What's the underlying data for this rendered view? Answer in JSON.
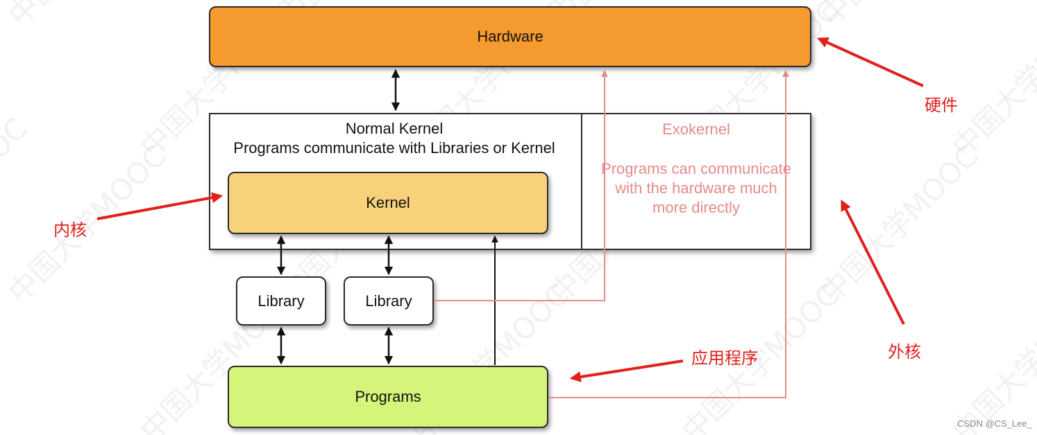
{
  "diagram": {
    "hardware_label": "Hardware",
    "normal_kernel_title": "Normal Kernel",
    "normal_kernel_subtitle": "Programs communicate with Libraries or Kernel",
    "exokernel_title": "Exokernel",
    "exokernel_description": "Programs can communicate with the hardware much more directly",
    "kernel_label": "Kernel",
    "library_labels": [
      "Library",
      "Library"
    ],
    "programs_label": "Programs"
  },
  "annotations": {
    "hardware": "硬件",
    "kernel": "内核",
    "exokernel": "外核",
    "programs": "应用程序"
  },
  "watermark": {
    "text": "中国大学MOOC",
    "credit": "CSDN @CS_Lee_"
  },
  "colors": {
    "hardware": "#f59a2e",
    "kernel": "#f8d27a",
    "programs": "#d4f57a",
    "exokernel_text": "#e58a8a",
    "annotation": "#e0201c"
  }
}
